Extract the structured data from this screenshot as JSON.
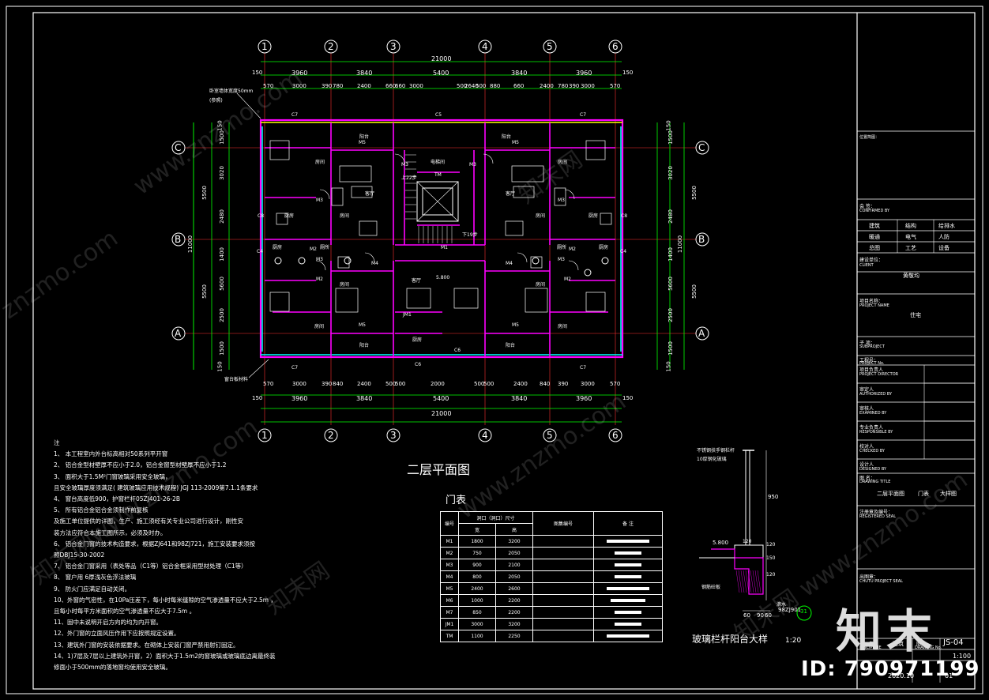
{
  "colors": {
    "bg": "#000000",
    "frame": "#ffffff",
    "wall": "#ff00ff",
    "dim": "#00ff00",
    "axis": "#ff3030",
    "window": "#00ffff",
    "balcony": "#ffff00"
  },
  "axes_top": [
    "1",
    "2",
    "3",
    "4",
    "5",
    "6"
  ],
  "axes_side": [
    "C",
    "B",
    "A"
  ],
  "dims": {
    "total": "21000",
    "row1": [
      "3960",
      "3840",
      "5400",
      "3840",
      "3960"
    ],
    "row2": [
      "570",
      "3000",
      "390",
      "780",
      "2400",
      "660",
      "660",
      "3000",
      "500",
      "2640",
      "500",
      "880",
      "660",
      "2400",
      "780",
      "390",
      "3000",
      "570"
    ],
    "bottom_row1": [
      "570",
      "3000",
      "390",
      "840",
      "2400",
      "500",
      "500",
      "2000",
      "500",
      "500",
      "2400",
      "840",
      "390",
      "3000",
      "570"
    ],
    "bottom_row2": [
      "3960",
      "3840",
      "5400",
      "3840",
      "3960"
    ],
    "left": [
      "150",
      "1500",
      "3020",
      "2480",
      "1400",
      "5600",
      "2500",
      "1500",
      "150"
    ],
    "left_total": [
      "5500",
      "11000",
      "5500"
    ],
    "edge": "150"
  },
  "room_labels": {
    "balcony": "阳台",
    "bedroom": "房间",
    "living": "客厅",
    "kitchen": "厨房",
    "bath": "厕所",
    "elevator": "电梯间",
    "tm": "TM",
    "level": "5.800",
    "stair": "上22步",
    "stair2": "下19步"
  },
  "door_tags": [
    "M5",
    "M3",
    "M2",
    "M4",
    "M1",
    "C7",
    "C5",
    "C4",
    "C6",
    "C8",
    "JM1"
  ],
  "annotation_top": "卧室墙体宽度50mm",
  "annotation_top2": "(参照)",
  "annotation_bottom": "窗台板材料",
  "drawing_title": "二层平面图",
  "door_table": {
    "title": "门表",
    "headers": [
      "编号",
      "洞口（洞口）尺寸",
      "图集编号",
      "备    注"
    ],
    "subheaders": [
      "宽",
      "高"
    ],
    "rows": [
      {
        "code": "M1",
        "w": "1800",
        "h": "3200",
        "note": "long"
      },
      {
        "code": "M2",
        "w": "750",
        "h": "2050",
        "note": "mid"
      },
      {
        "code": "M3",
        "w": "900",
        "h": "2100",
        "note": "mid"
      },
      {
        "code": "M4",
        "w": "800",
        "h": "2050",
        "note": "mid"
      },
      {
        "code": "M5",
        "w": "2400",
        "h": "2600",
        "note": "long"
      },
      {
        "code": "M6",
        "w": "1000",
        "h": "2200",
        "note": "small"
      },
      {
        "code": "M7",
        "w": "850",
        "h": "2200",
        "note": "mid"
      },
      {
        "code": "JM1",
        "w": "3000",
        "h": "3200",
        "note": "mid"
      },
      {
        "code": "TM",
        "w": "1100",
        "h": "2250",
        "note": "long"
      }
    ]
  },
  "notes": [
    "注",
    "1、 本工程室内外台标高相对50系列平开窗",
    "2、 铝合金型材壁厚不应小于2.0，铝合金窗型材壁厚不应小于1.2",
    "3、 面积大于1.5M²门窗玻璃采用安全玻璃，",
    "     且安全玻璃厚度须满足( 建筑玻璃应用技术规程) JGJ 113-2009第7.1.1条要求",
    "4、 窗台高度低900，护窗栏杆05ZJ401-26-2B",
    "5、 所有铝合金铝合金须制作前复核",
    "     及施工单位提供的详图，生产、施工须经有关专业公司进行设计，刚性安",
    "     装方法应符合本施工图所示，必须及时办。",
    "6、 铝合金门窗的技术构造要求，根据ZJ641和98ZJ721，施工安装要求须按",
    "     照DBJ15-30-2002",
    "7、 铝合金门窗采用（表处等品（C1等）铝合金框采用型材处理（C1等）",
    "8、 窗户用 6厚浅灰色浮法玻璃",
    "9、 防火门应满足自动关闭。",
    "10、外窗的气密性，在10Pa压差下，每小时每米缝隙的空气渗透量不应大于2.5m  ，",
    "     且每小时每平方米面积的空气渗透量不应大于7.5m  。",
    "11、固中未说明开启方向的均为内开窗。",
    "12、外门窗的立面风压作用下应按照规定设置。",
    "13、建筑外门窗的安装依据要求。在砌体上安装门窗严禁用射钉固定。",
    "14、1)7层及7层以上建筑外开窗，2）面积大于1.5m2的窗玻璃或玻璃底边离最终装",
    "     修面小于500mm的落地窗均使用安全玻璃。"
  ],
  "detail": {
    "title": "玻璃栏杆阳台大样",
    "scale": "1:20",
    "labels": [
      "不锈钢扶手钢栏杆",
      "10厚钢化玻璃",
      "5.800",
      "钢筋砼板",
      "滴水",
      "98ZJ901",
      "950",
      "120",
      "120",
      "150",
      "120",
      "60",
      "90",
      "60"
    ],
    "ref": "31"
  },
  "title_block": {
    "location_sketch": "位置简图：\nLOCATION SKETCH:",
    "confirmed_cn": "会 签：",
    "confirmed_en": "CONFIRMED BY",
    "disciplines": [
      "建筑",
      "结构",
      "给排水",
      "暖通",
      "电气",
      "人防",
      "总图",
      "工艺",
      "设备"
    ],
    "client_cn": "建设单位：",
    "client_en": "CLIENT",
    "client": "黄敬均",
    "project_cn": "项目名称：",
    "project_en": "PROJECT NAME",
    "project": "住宅",
    "subproject_cn": "子 项：",
    "subproject_en": "SUBPROJECT",
    "projno_cn": "工程号：",
    "projno_en": "PROJECT No.",
    "director_cn": "项目负责人",
    "director_en": "PROJECT DIRECTOR",
    "authorized_cn": "审定人",
    "authorized_en": "AUTHORIZED BY",
    "examined_cn": "审核人",
    "examined_en": "EXAMINED BY",
    "responsible_cn": "专业负责人",
    "responsible_en": "RESPONSIBLE BY",
    "checked_cn": "校对人",
    "checked_en": "CHECKED BY",
    "designed_cn": "设计人",
    "designed_en": "DESIGNED BY",
    "drawing_title_cn": "图 名：",
    "drawing_title_en": "DRAWING TITLE",
    "drawing_title_parts": [
      "二层平面图",
      "门表",
      "大样图"
    ],
    "reg_seal_cn": "注册章及编号：",
    "reg_seal_en": "REGISTERED SEAL",
    "project_seal_cn": "出图章：",
    "project_seal_en": "CHUTU PROJECT SEAL",
    "discipline_cn": "专业",
    "discipline_en": "DISCIPLINE",
    "discipline": "建筑",
    "drawing_no_cn": "图号",
    "drawing_no_en": "DRAWING No.",
    "drawing_no": "JS-04",
    "date": "2020.10",
    "edition": "01",
    "scale": "1:100"
  },
  "watermarks": [
    "www.znzmo.com",
    "知末网",
    "www.znzmo.com",
    "知末网",
    "znzmo.com",
    "知末网 www.znzmo.com",
    "知末网www.znzmo.com"
  ],
  "brand": "知末",
  "image_id": "ID: 790971199"
}
